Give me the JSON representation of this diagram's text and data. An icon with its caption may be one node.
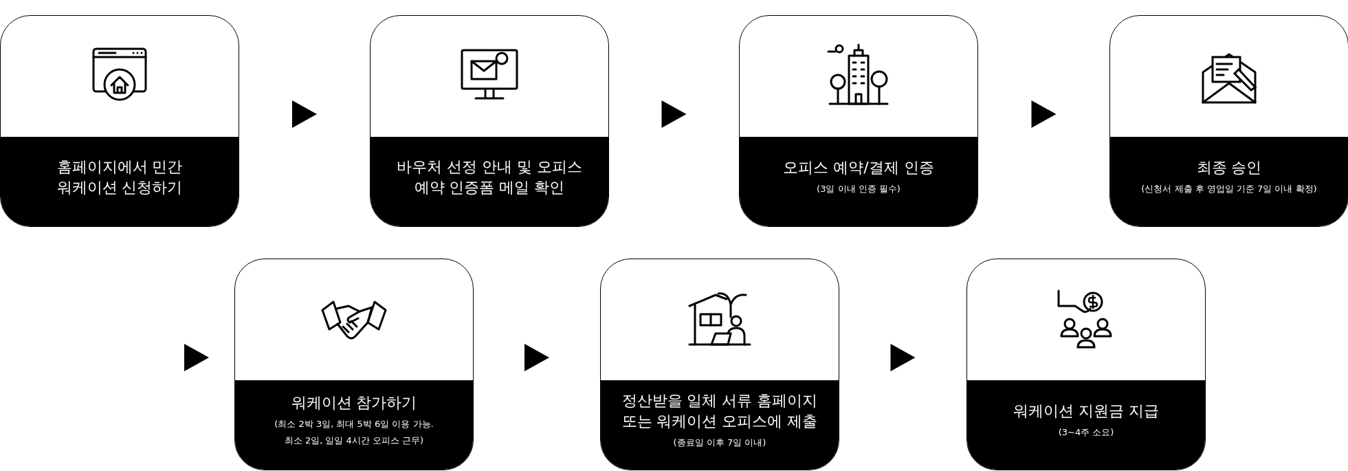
{
  "diagram": {
    "nodes": [
      {
        "text": [
          "홈페이지에서 민간 워케이션 신청하기"
        ]
      },
      {
        "text": [
          "바우처 선정 안내 및 오피스 예약 인증폼 메일 확인"
        ]
      },
      {
        "text": [
          "오피스 예약/결제 인증",
          "(3일 이내 인증 필수)"
        ]
      },
      {
        "text": [
          "최종 승인",
          "(신청서 제출 후 영업일 기준 7일 이내 확정)"
        ]
      },
      {
        "text": [
          "워케이션 참가하기",
          "(최소 2박 3일, 최대 5박 6일 이용 가능. 최소 2일, 일일 4시간 오피스 근무)"
        ]
      },
      {
        "text": [
          "정산받을 일체 서류 홈페이지 또는 워케이션 오피스에 제출",
          "(종료일 이후 7일 이내)"
        ]
      },
      {
        "text": [
          "워케이션 지원금 지급",
          "(3~4주 소요)"
        ]
      }
    ],
    "edges": [
      {
        "from": 0,
        "to": 1,
        "arrow": "to"
      },
      {
        "from": 1,
        "to": 2,
        "arrow": "to"
      },
      {
        "from": 2,
        "to": 3,
        "arrow": "to"
      },
      {
        "from": null,
        "to": 4,
        "arrow": "to"
      },
      {
        "from": 4,
        "to": 5,
        "arrow": "to"
      },
      {
        "from": 5,
        "to": 6,
        "arrow": "to"
      }
    ]
  }
}
